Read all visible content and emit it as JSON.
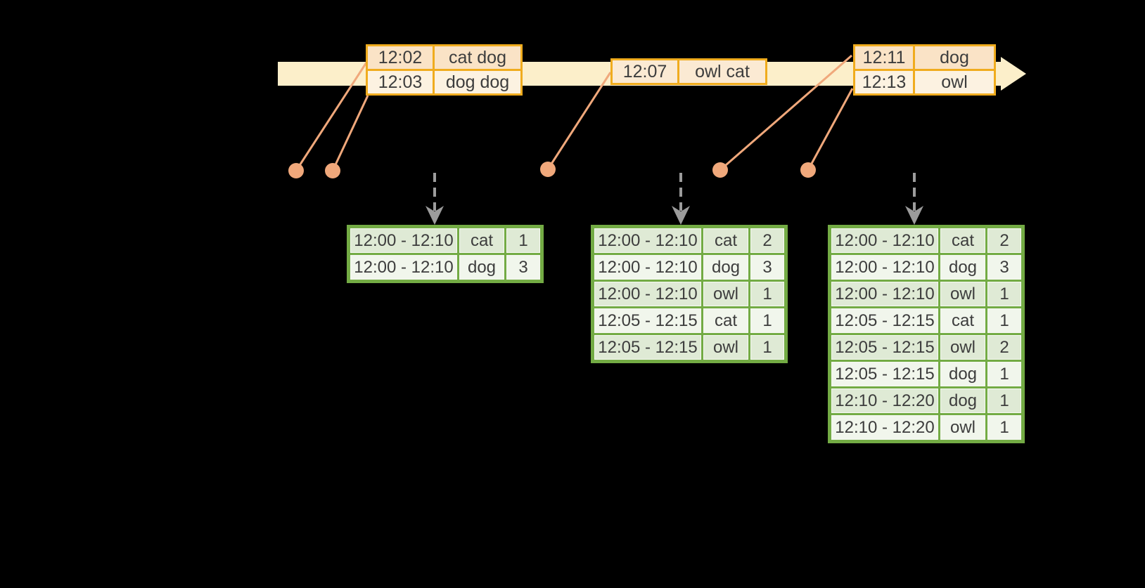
{
  "palette": {
    "background": "#000000",
    "timeline_band": "#FCEFCA",
    "event_table_border": "#F0AC1E",
    "event_row_dark": "#FAE3C6",
    "event_row_light": "#FCF2E1",
    "event_row_mid": "#FBEAD3",
    "connector_salmon": "#F0A87B",
    "trigger_arrow_gray": "#9C9C9C",
    "result_table_border": "#73AB44",
    "result_row_dark": "#DFEAD5",
    "result_row_light": "#F1F6EC",
    "text": "#3D3D3D"
  },
  "event_tables": [
    {
      "rows": [
        {
          "time": "12:02",
          "words": "cat dog"
        },
        {
          "time": "12:03",
          "words": "dog dog"
        }
      ]
    },
    {
      "rows": [
        {
          "time": "12:07",
          "words": "owl cat"
        }
      ]
    },
    {
      "rows": [
        {
          "time": "12:11",
          "words": "dog"
        },
        {
          "time": "12:13",
          "words": "owl"
        }
      ]
    }
  ],
  "result_tables": [
    {
      "rows": [
        {
          "window": "12:00 - 12:10",
          "word": "cat",
          "count": "1"
        },
        {
          "window": "12:00 - 12:10",
          "word": "dog",
          "count": "3"
        }
      ]
    },
    {
      "rows": [
        {
          "window": "12:00 - 12:10",
          "word": "cat",
          "count": "2"
        },
        {
          "window": "12:00 - 12:10",
          "word": "dog",
          "count": "3"
        },
        {
          "window": "12:00 - 12:10",
          "word": "owl",
          "count": "1"
        },
        {
          "window": "12:05 - 12:15",
          "word": "cat",
          "count": "1"
        },
        {
          "window": "12:05 - 12:15",
          "word": "owl",
          "count": "1"
        }
      ]
    },
    {
      "rows": [
        {
          "window": "12:00 - 12:10",
          "word": "cat",
          "count": "2"
        },
        {
          "window": "12:00 - 12:10",
          "word": "dog",
          "count": "3"
        },
        {
          "window": "12:00 - 12:10",
          "word": "owl",
          "count": "1"
        },
        {
          "window": "12:05 - 12:15",
          "word": "cat",
          "count": "1"
        },
        {
          "window": "12:05 - 12:15",
          "word": "owl",
          "count": "2"
        },
        {
          "window": "12:05 - 12:15",
          "word": "dog",
          "count": "1"
        },
        {
          "window": "12:10 - 12:20",
          "word": "dog",
          "count": "1"
        },
        {
          "window": "12:10 - 12:20",
          "word": "owl",
          "count": "1"
        }
      ]
    }
  ]
}
